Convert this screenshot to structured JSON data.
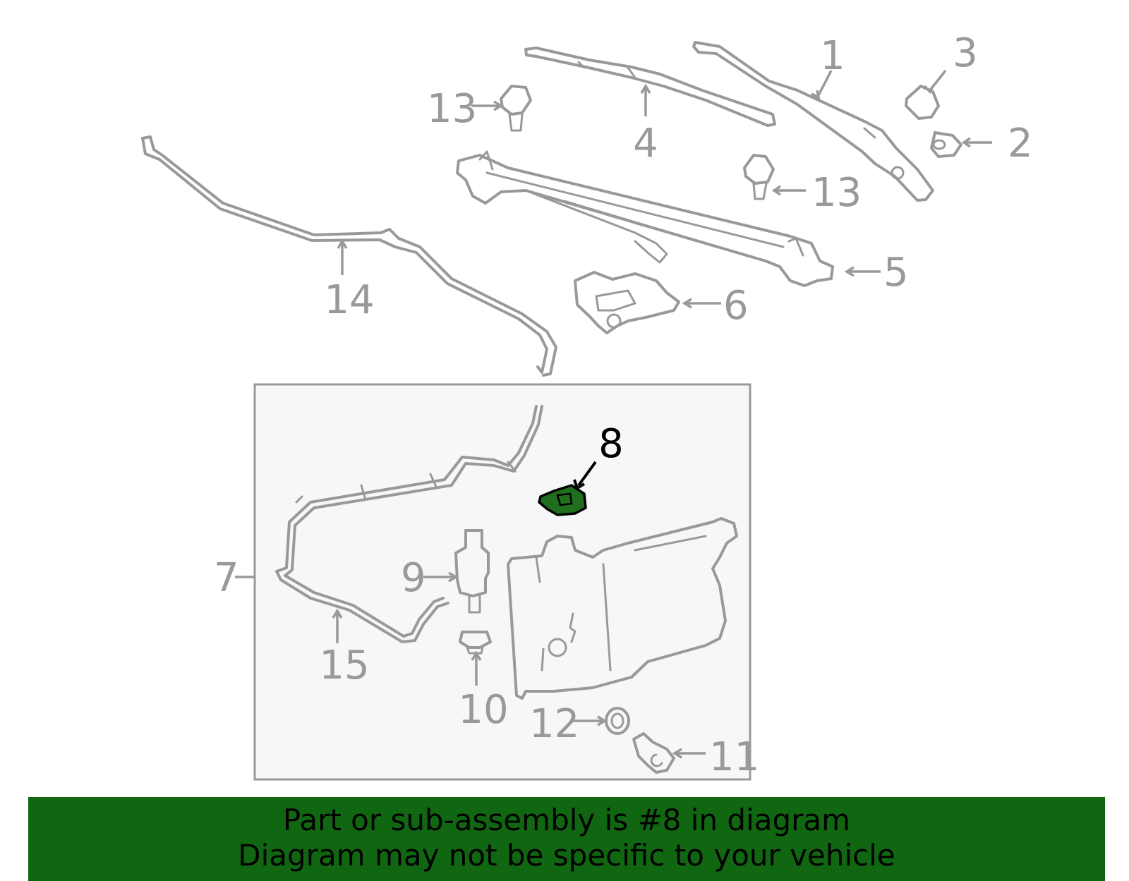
{
  "diagram": {
    "callouts": {
      "c1": "1",
      "c2": "2",
      "c3": "3",
      "c4": "4",
      "c5": "5",
      "c6": "6",
      "c7": "7",
      "c8": "8",
      "c9": "9",
      "c10": "10",
      "c11": "11",
      "c12": "12",
      "c13a": "13",
      "c13b": "13",
      "c14": "14",
      "c15": "15"
    },
    "colors": {
      "part": "#999999",
      "highlight_fill": "#1f6f1f",
      "highlight_label": "#000000",
      "inset_bg": "#f7f7f7"
    }
  },
  "banner": {
    "line1": "Part or sub-assembly is #8 in diagram",
    "line2": "Diagram may not be specific to your vehicle",
    "color": "#116611"
  }
}
